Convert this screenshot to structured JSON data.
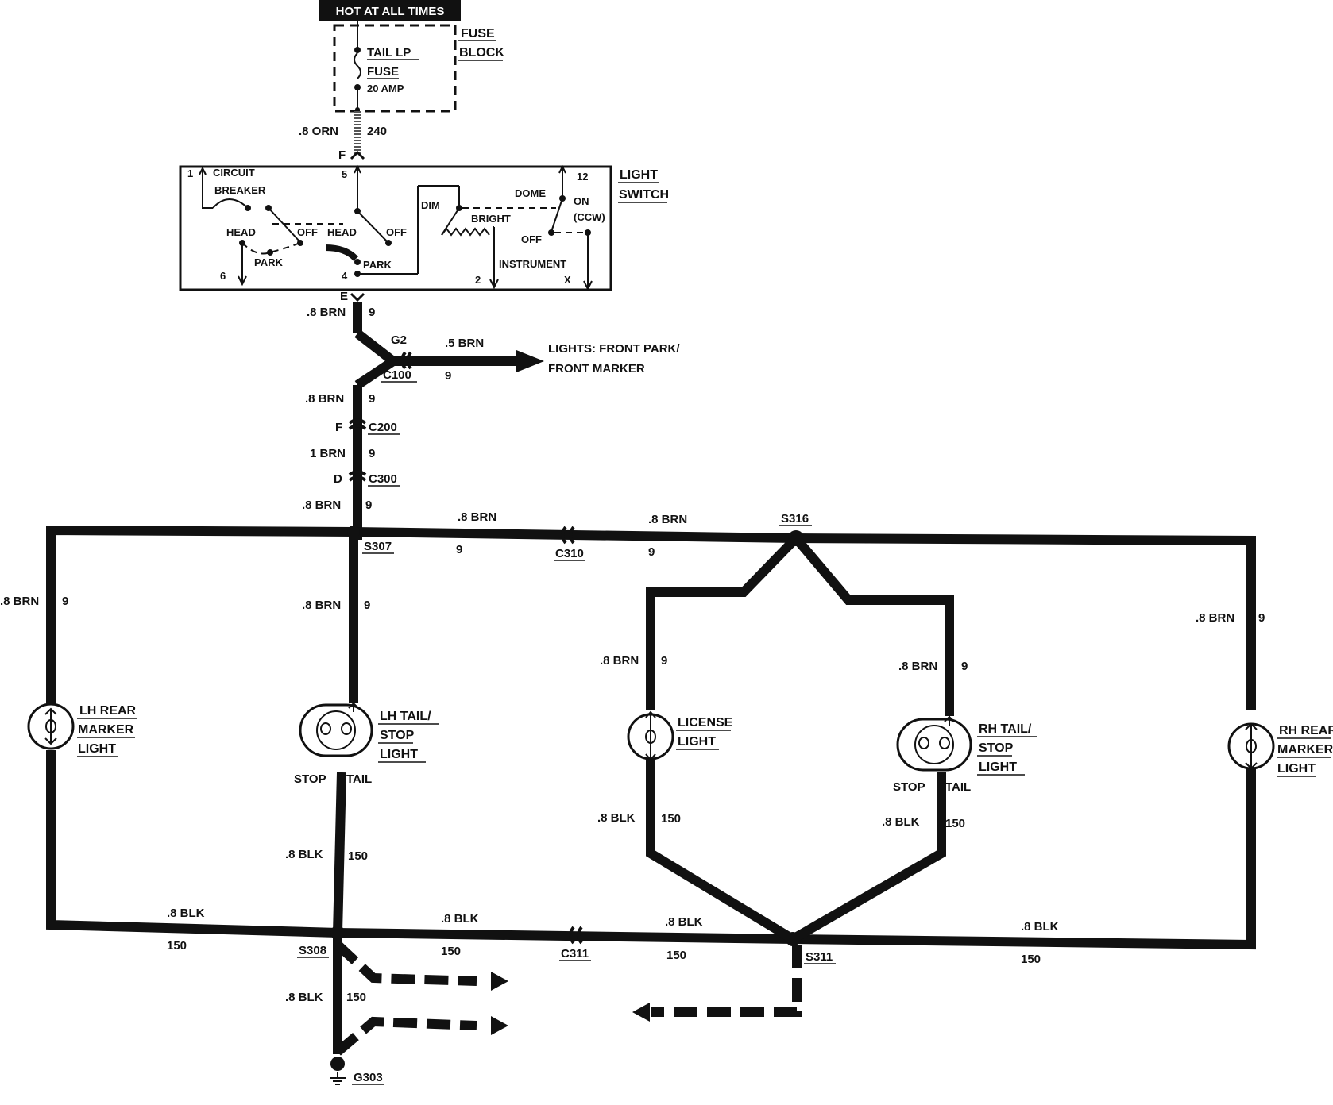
{
  "header": {
    "hot_label": "HOT AT ALL TIMES"
  },
  "fuse_block": {
    "title_line1": "FUSE",
    "title_line2": "BLOCK",
    "fuse_name": "TAIL LP",
    "fuse_word": "FUSE",
    "fuse_rating": "20 AMP"
  },
  "wires": {
    "orn": {
      "gauge": ".8 ORN",
      "circuit": "240",
      "term": "F"
    },
    "brn_e": {
      "gauge": ".8 BRN",
      "circuit": "9",
      "term": "E"
    },
    "brn_c100": {
      "gauge": ".8 BRN",
      "circuit": "9"
    },
    "brn_front": {
      "gauge": ".5 BRN",
      "circuit": "9"
    },
    "brn_c200": {
      "gauge": "1 BRN",
      "circuit": "9"
    },
    "brn_c300": {
      "gauge": ".8 BRN",
      "circuit": "9"
    },
    "brn_s307_left": {
      "gauge": ".8 BRN",
      "circuit": "9"
    },
    "brn_s307_right": {
      "gauge": ".8 BRN",
      "circuit": "9"
    },
    "brn_lh_marker": {
      "gauge": ".8 BRN",
      "circuit": "9"
    },
    "brn_lh_tail": {
      "gauge": ".8 BRN",
      "circuit": "9"
    },
    "brn_license": {
      "gauge": ".8 BRN",
      "circuit": "9"
    },
    "brn_rh_tail": {
      "gauge": ".8 BRN",
      "circuit": "9"
    },
    "brn_rh_marker": {
      "gauge": ".8 BRN",
      "circuit": "9"
    },
    "blk_lh_tail": {
      "gauge": ".8 BLK",
      "circuit": "150"
    },
    "blk_lh_marker": {
      "gauge": ".8 BLK",
      "circuit": "150"
    },
    "blk_c311_left": {
      "gauge": ".8 BLK",
      "circuit": "150"
    },
    "blk_c311_right": {
      "gauge": ".8 BLK",
      "circuit": "150"
    },
    "blk_rh_marker": {
      "gauge": ".8 BLK",
      "circuit": "150"
    },
    "blk_license": {
      "gauge": ".8 BLK",
      "circuit": "150"
    },
    "blk_rh_tail": {
      "gauge": ".8 BLK",
      "circuit": "150"
    },
    "blk_ground": {
      "gauge": ".8 BLK",
      "circuit": "150"
    }
  },
  "light_switch": {
    "title_line1": "LIGHT",
    "title_line2": "SWITCH",
    "circuit": "CIRCUIT",
    "breaker": "BREAKER",
    "head_left": "HEAD",
    "off_left": "OFF",
    "park_left": "PARK",
    "head_mid": "HEAD",
    "off_mid": "OFF",
    "park_mid": "PARK",
    "dim": "DIM",
    "bright": "BRIGHT",
    "dome": "DOME",
    "on": "ON",
    "ccw": "(CCW)",
    "off_right": "OFF",
    "instrument": "INSTRUMENT",
    "pin_1": "1",
    "pin_5": "5",
    "pin_12": "12",
    "pin_6": "6",
    "pin_4": "4",
    "pin_2": "2",
    "pin_x": "X"
  },
  "connectors": {
    "g2": "G2",
    "c100": "C100",
    "c200": "C200",
    "c200_pin": "F",
    "c300": "C300",
    "c300_pin": "D",
    "c310": "C310",
    "c311": "C311"
  },
  "splices": {
    "s307": "S307",
    "s316": "S316",
    "s308": "S308",
    "s311": "S311"
  },
  "ground": {
    "g303": "G303"
  },
  "front_lights": {
    "line1": "LIGHTS: FRONT PARK/",
    "line2": "FRONT MARKER"
  },
  "lamps": {
    "lh_marker": {
      "l1": "LH REAR",
      "l2": "MARKER",
      "l3": "LIGHT"
    },
    "lh_tail": {
      "l1": "LH TAIL/",
      "l2": "STOP",
      "l3": "LIGHT",
      "stop": "STOP",
      "tail": "TAIL"
    },
    "license": {
      "l1": "LICENSE",
      "l2": "LIGHT"
    },
    "rh_tail": {
      "l1": "RH TAIL/",
      "l2": "STOP",
      "l3": "LIGHT",
      "stop": "STOP",
      "tail": "TAIL"
    },
    "rh_marker": {
      "l1": "RH REAR",
      "l2": "MARKER",
      "l3": "LIGHT"
    }
  }
}
